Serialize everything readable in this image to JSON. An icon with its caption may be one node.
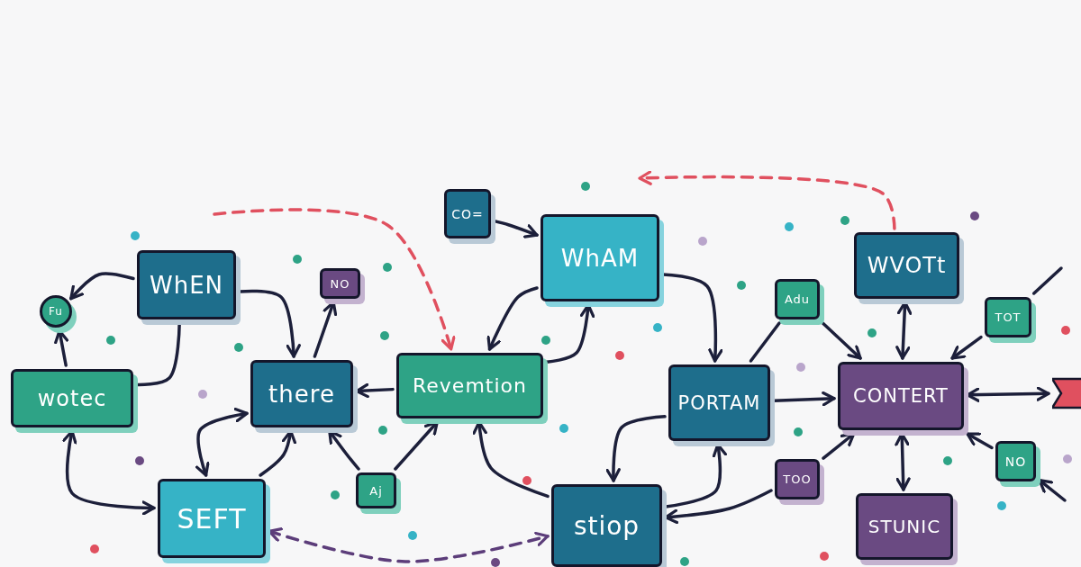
{
  "diagram": {
    "nodes": [
      {
        "text": [
          "WhEN"
        ]
      },
      {
        "text": [
          "Fu"
        ]
      },
      {
        "text": [
          "wotec"
        ]
      },
      {
        "text": [
          "NO"
        ]
      },
      {
        "text": [
          "there"
        ]
      },
      {
        "text": [
          "SEFT"
        ]
      },
      {
        "text": [
          "Aj"
        ]
      },
      {
        "text": [
          "Revemtion"
        ]
      },
      {
        "text": [
          "CO="
        ]
      },
      {
        "text": [
          "WhAM"
        ]
      },
      {
        "text": [
          "PORTAM"
        ]
      },
      {
        "text": [
          "stiop"
        ]
      },
      {
        "text": [
          "Adu"
        ]
      },
      {
        "text": [
          "WVOTt"
        ]
      },
      {
        "text": [
          "TOT"
        ]
      },
      {
        "text": [
          "CONTERT"
        ]
      },
      {
        "text": [
          "TOO"
        ]
      },
      {
        "text": [
          "NO"
        ]
      },
      {
        "text": [
          "STUNIC"
        ]
      },
      {
        "text": [],
        "shape": "flag"
      }
    ],
    "edges": [
      {
        "from": 0,
        "to": 1,
        "arrow": "to"
      },
      {
        "from": 0,
        "to": 4,
        "arrow": "to"
      },
      {
        "from": 0,
        "to": 2,
        "arrow": "none"
      },
      {
        "from": 2,
        "to": 1,
        "arrow": "to"
      },
      {
        "from": 2,
        "to": 5,
        "arrow": "both"
      },
      {
        "from": 5,
        "to": 4,
        "arrow": "both"
      },
      {
        "from": 5,
        "to": 4,
        "arrow": "to"
      },
      {
        "from": 4,
        "to": 3,
        "arrow": "to"
      },
      {
        "from": 6,
        "to": 4,
        "arrow": "to"
      },
      {
        "from": 6,
        "to": 7,
        "arrow": "to"
      },
      {
        "from": 7,
        "to": 4,
        "arrow": "to"
      },
      {
        "from": 7,
        "to": 9,
        "arrow": "to"
      },
      {
        "from": 9,
        "to": 7,
        "arrow": "to"
      },
      {
        "from": 8,
        "to": 9,
        "arrow": "to"
      },
      {
        "from": 9,
        "to": 10,
        "arrow": "to"
      },
      {
        "from": 11,
        "to": 7,
        "arrow": "to"
      },
      {
        "from": 10,
        "to": 11,
        "arrow": "to"
      },
      {
        "from": 11,
        "to": 10,
        "arrow": "to"
      },
      {
        "from": 10,
        "to": 15,
        "arrow": "to"
      },
      {
        "from": 10,
        "to": 12,
        "arrow": "none"
      },
      {
        "from": 12,
        "to": 15,
        "arrow": "to"
      },
      {
        "from": 13,
        "to": 15,
        "arrow": "both"
      },
      {
        "from": 14,
        "to": 15,
        "arrow": "to"
      },
      {
        "from": 14,
        "to": null,
        "arrow": "none"
      },
      {
        "from": 15,
        "to": 19,
        "arrow": "both"
      },
      {
        "from": 16,
        "to": 15,
        "arrow": "to"
      },
      {
        "from": 16,
        "to": 11,
        "arrow": "to"
      },
      {
        "from": 17,
        "to": 15,
        "arrow": "to"
      },
      {
        "from": null,
        "to": 17,
        "arrow": "to"
      },
      {
        "from": 15,
        "to": 18,
        "arrow": "both"
      },
      {
        "from": null,
        "to": 7,
        "arrow": "to",
        "style": "dashed",
        "color": "#e0505f"
      },
      {
        "from": 13,
        "to": null,
        "arrow": "to",
        "style": "dashed",
        "color": "#e0505f"
      },
      {
        "from": 5,
        "to": 11,
        "arrow": "both",
        "style": "dashed",
        "color": "#5c3d7a"
      }
    ]
  }
}
